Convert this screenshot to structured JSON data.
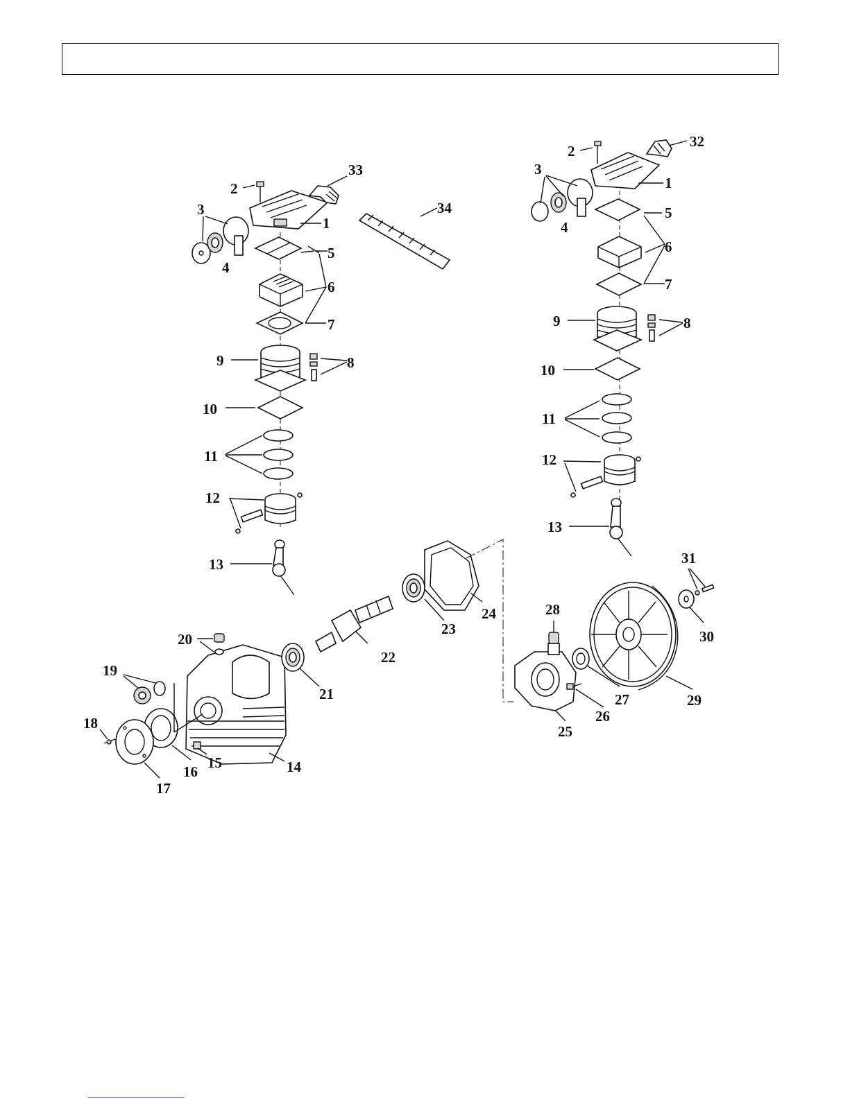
{
  "header": {
    "title": ""
  },
  "diagram": {
    "labels": [
      "1",
      "2",
      "3",
      "4",
      "5",
      "6",
      "7",
      "8",
      "9",
      "10",
      "11",
      "12",
      "13",
      "14",
      "15",
      "16",
      "17",
      "18",
      "19",
      "20",
      "21",
      "22",
      "23",
      "24",
      "25",
      "26",
      "27",
      "28",
      "29",
      "30",
      "31",
      "32",
      "33",
      "34"
    ]
  }
}
